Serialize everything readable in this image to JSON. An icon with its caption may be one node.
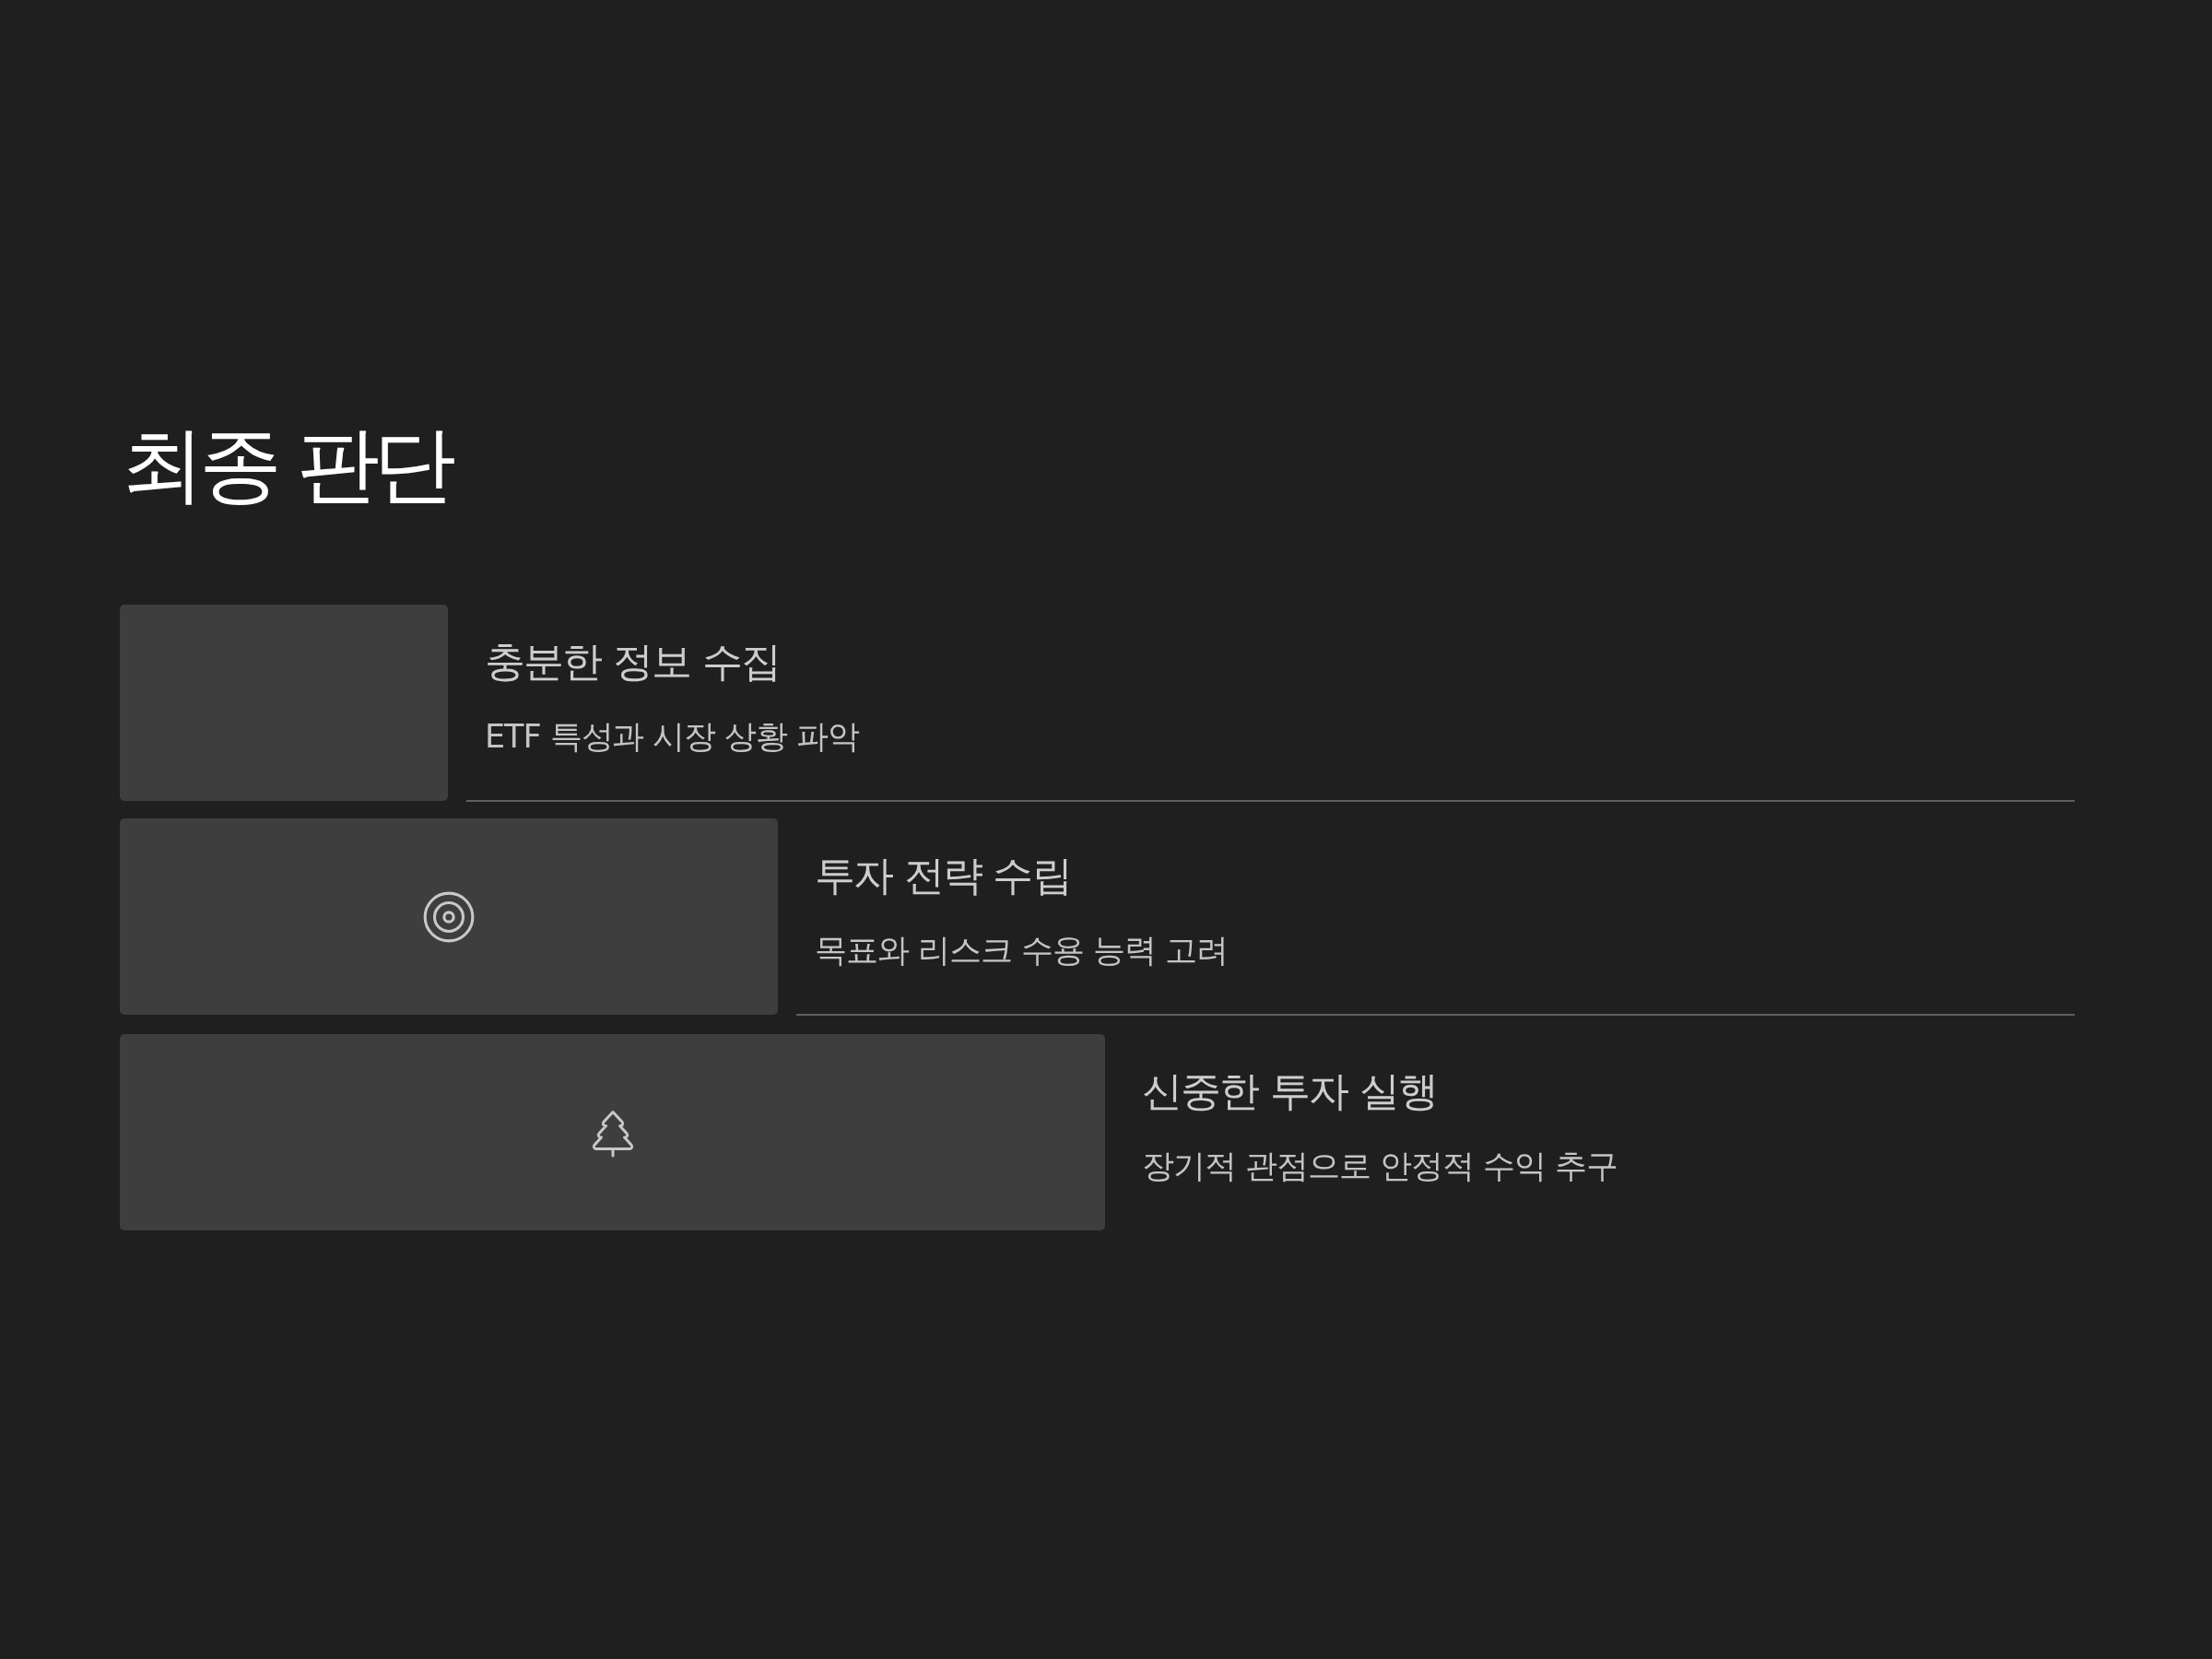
{
  "diagram": {
    "title": "최종 판단",
    "nodes": [
      {
        "text": [],
        "shape": "bar",
        "beside": [
          "충분한 정보 수집",
          "ETF 특성과 시장 상황 파악"
        ]
      },
      {
        "text": [],
        "shape": "bar",
        "beside": [
          "투자 전략 수립",
          "목표와 리스크 수용 능력 고려"
        ]
      },
      {
        "text": [],
        "shape": "bar",
        "beside": [
          "신중한 투자 실행",
          "장기적 관점으로 안정적 수익 추구"
        ]
      }
    ]
  }
}
